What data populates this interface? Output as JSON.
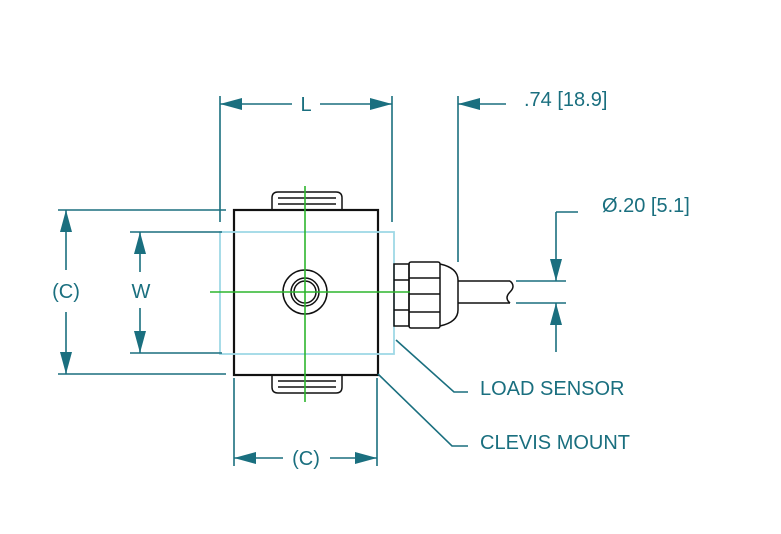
{
  "labels": {
    "length": "L",
    "width": "W",
    "clevis_left": "(C)",
    "clevis_bottom": "(C)",
    "connector_length": ".74 [18.9]",
    "cable_diameter": "Ø.20 [5.1]",
    "load_sensor": "LOAD SENSOR",
    "clevis_mount": "CLEVIS MOUNT"
  },
  "colors": {
    "dimension": "#1a6f7f",
    "centerline": "#2db52d",
    "sensor_outline": "#9fd8e6",
    "body": "#111111"
  }
}
